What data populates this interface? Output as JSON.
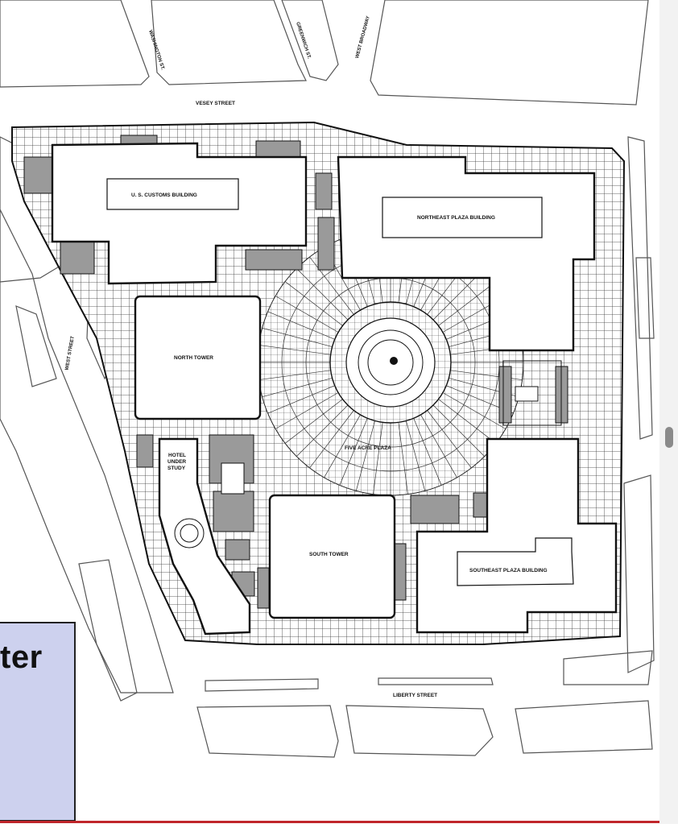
{
  "map": {
    "streets": {
      "washington_st": "WASHINGTON ST.",
      "greenwich_st": "GREENWICH ST.",
      "west_broadway": "WEST BROADWAY",
      "vesey_street": "VESEY STREET",
      "west_street": "WEST STREET",
      "liberty_street": "LIBERTY STREET"
    },
    "buildings": {
      "us_customs": "U. S. CUSTOMS BUILDING",
      "northeast_plaza": "NORTHEAST PLAZA BUILDING",
      "north_tower": "NORTH TOWER",
      "hotel_line1": "HOTEL",
      "hotel_line2": "UNDER",
      "hotel_line3": "STUDY",
      "five_acre_plaza": "FIVE ACRE PLAZA",
      "south_tower": "SOUTH TOWER",
      "southeast_plaza": "SOUTHEAST PLAZA BUILDING"
    }
  },
  "callout": {
    "text": "ter"
  },
  "colors": {
    "callout_bg": "#cdd1ee",
    "accent_line": "#c0262b",
    "ink": "#111111",
    "shade": "#9a9a9a"
  }
}
